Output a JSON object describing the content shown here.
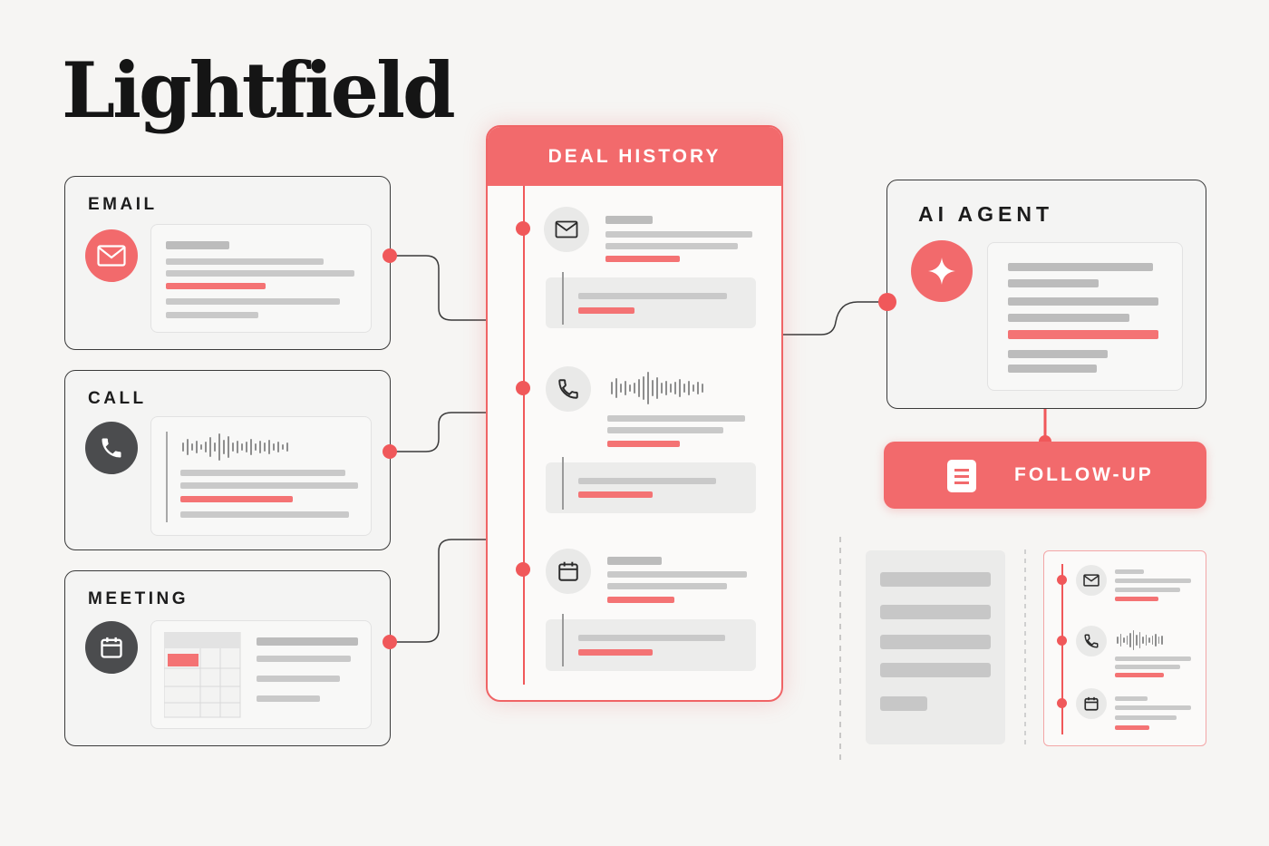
{
  "brand": {
    "name": "Lightfield"
  },
  "sources": {
    "email": {
      "label": "EMAIL",
      "icon": "mail-icon"
    },
    "call": {
      "label": "CALL",
      "icon": "phone-icon"
    },
    "meeting": {
      "label": "MEETING",
      "icon": "calendar-icon"
    }
  },
  "history": {
    "title": "DEAL HISTORY",
    "entries": [
      {
        "type": "email",
        "icon": "mail-icon"
      },
      {
        "type": "call",
        "icon": "phone-icon"
      },
      {
        "type": "meeting",
        "icon": "calendar-icon"
      }
    ]
  },
  "agent": {
    "label": "AI AGENT",
    "icon": "sparkle-icon"
  },
  "followup": {
    "label": "FOLLOW-UP",
    "icon": "document-icon"
  },
  "colors": {
    "accent": "#f26a6c",
    "accent_dot": "#f0585a",
    "ink": "#151515",
    "dark_icon": "#4b4c4e",
    "background": "#f6f5f3"
  }
}
